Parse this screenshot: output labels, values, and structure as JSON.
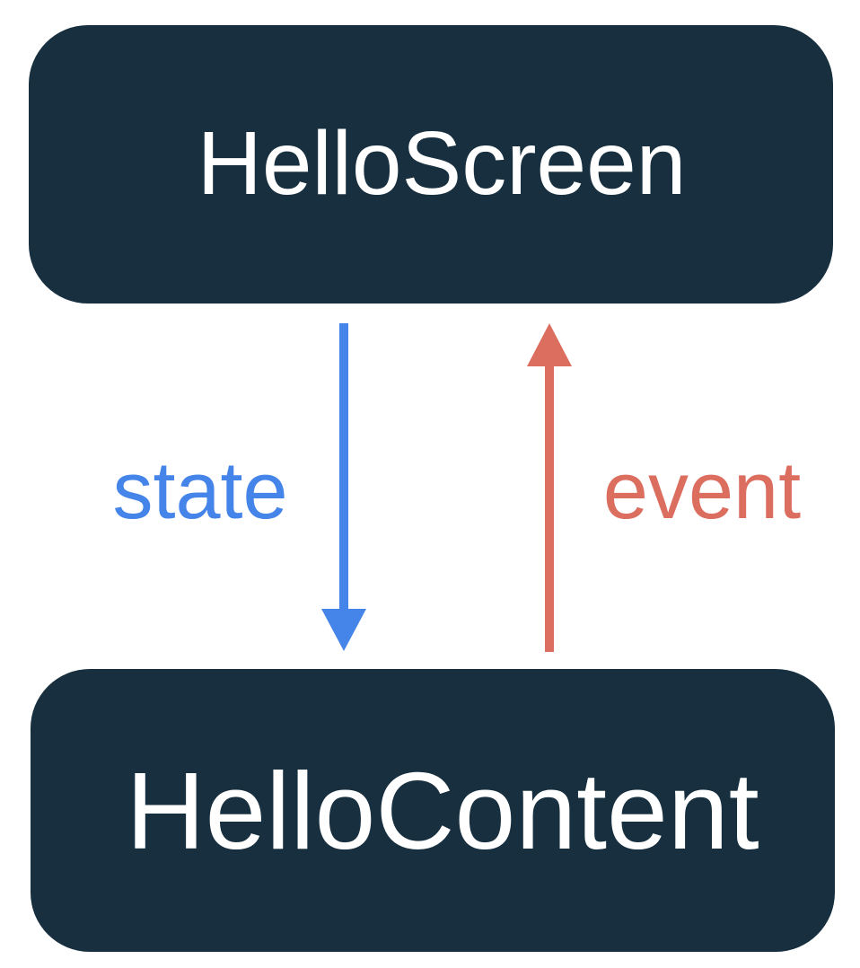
{
  "diagram": {
    "nodes": {
      "screen": {
        "label": "HelloScreen"
      },
      "content": {
        "label": "HelloContent"
      }
    },
    "edges": {
      "state": {
        "label": "state",
        "direction": "down",
        "from": "HelloScreen",
        "to": "HelloContent"
      },
      "event": {
        "label": "event",
        "direction": "up",
        "from": "HelloContent",
        "to": "HelloScreen"
      }
    },
    "colors": {
      "canvas_bg": "#FFFFFF",
      "node_fill": "#172F3E",
      "node_text": "#FFFFFF",
      "state_accent": "#4584E8",
      "event_accent": "#DB6E5F"
    }
  }
}
